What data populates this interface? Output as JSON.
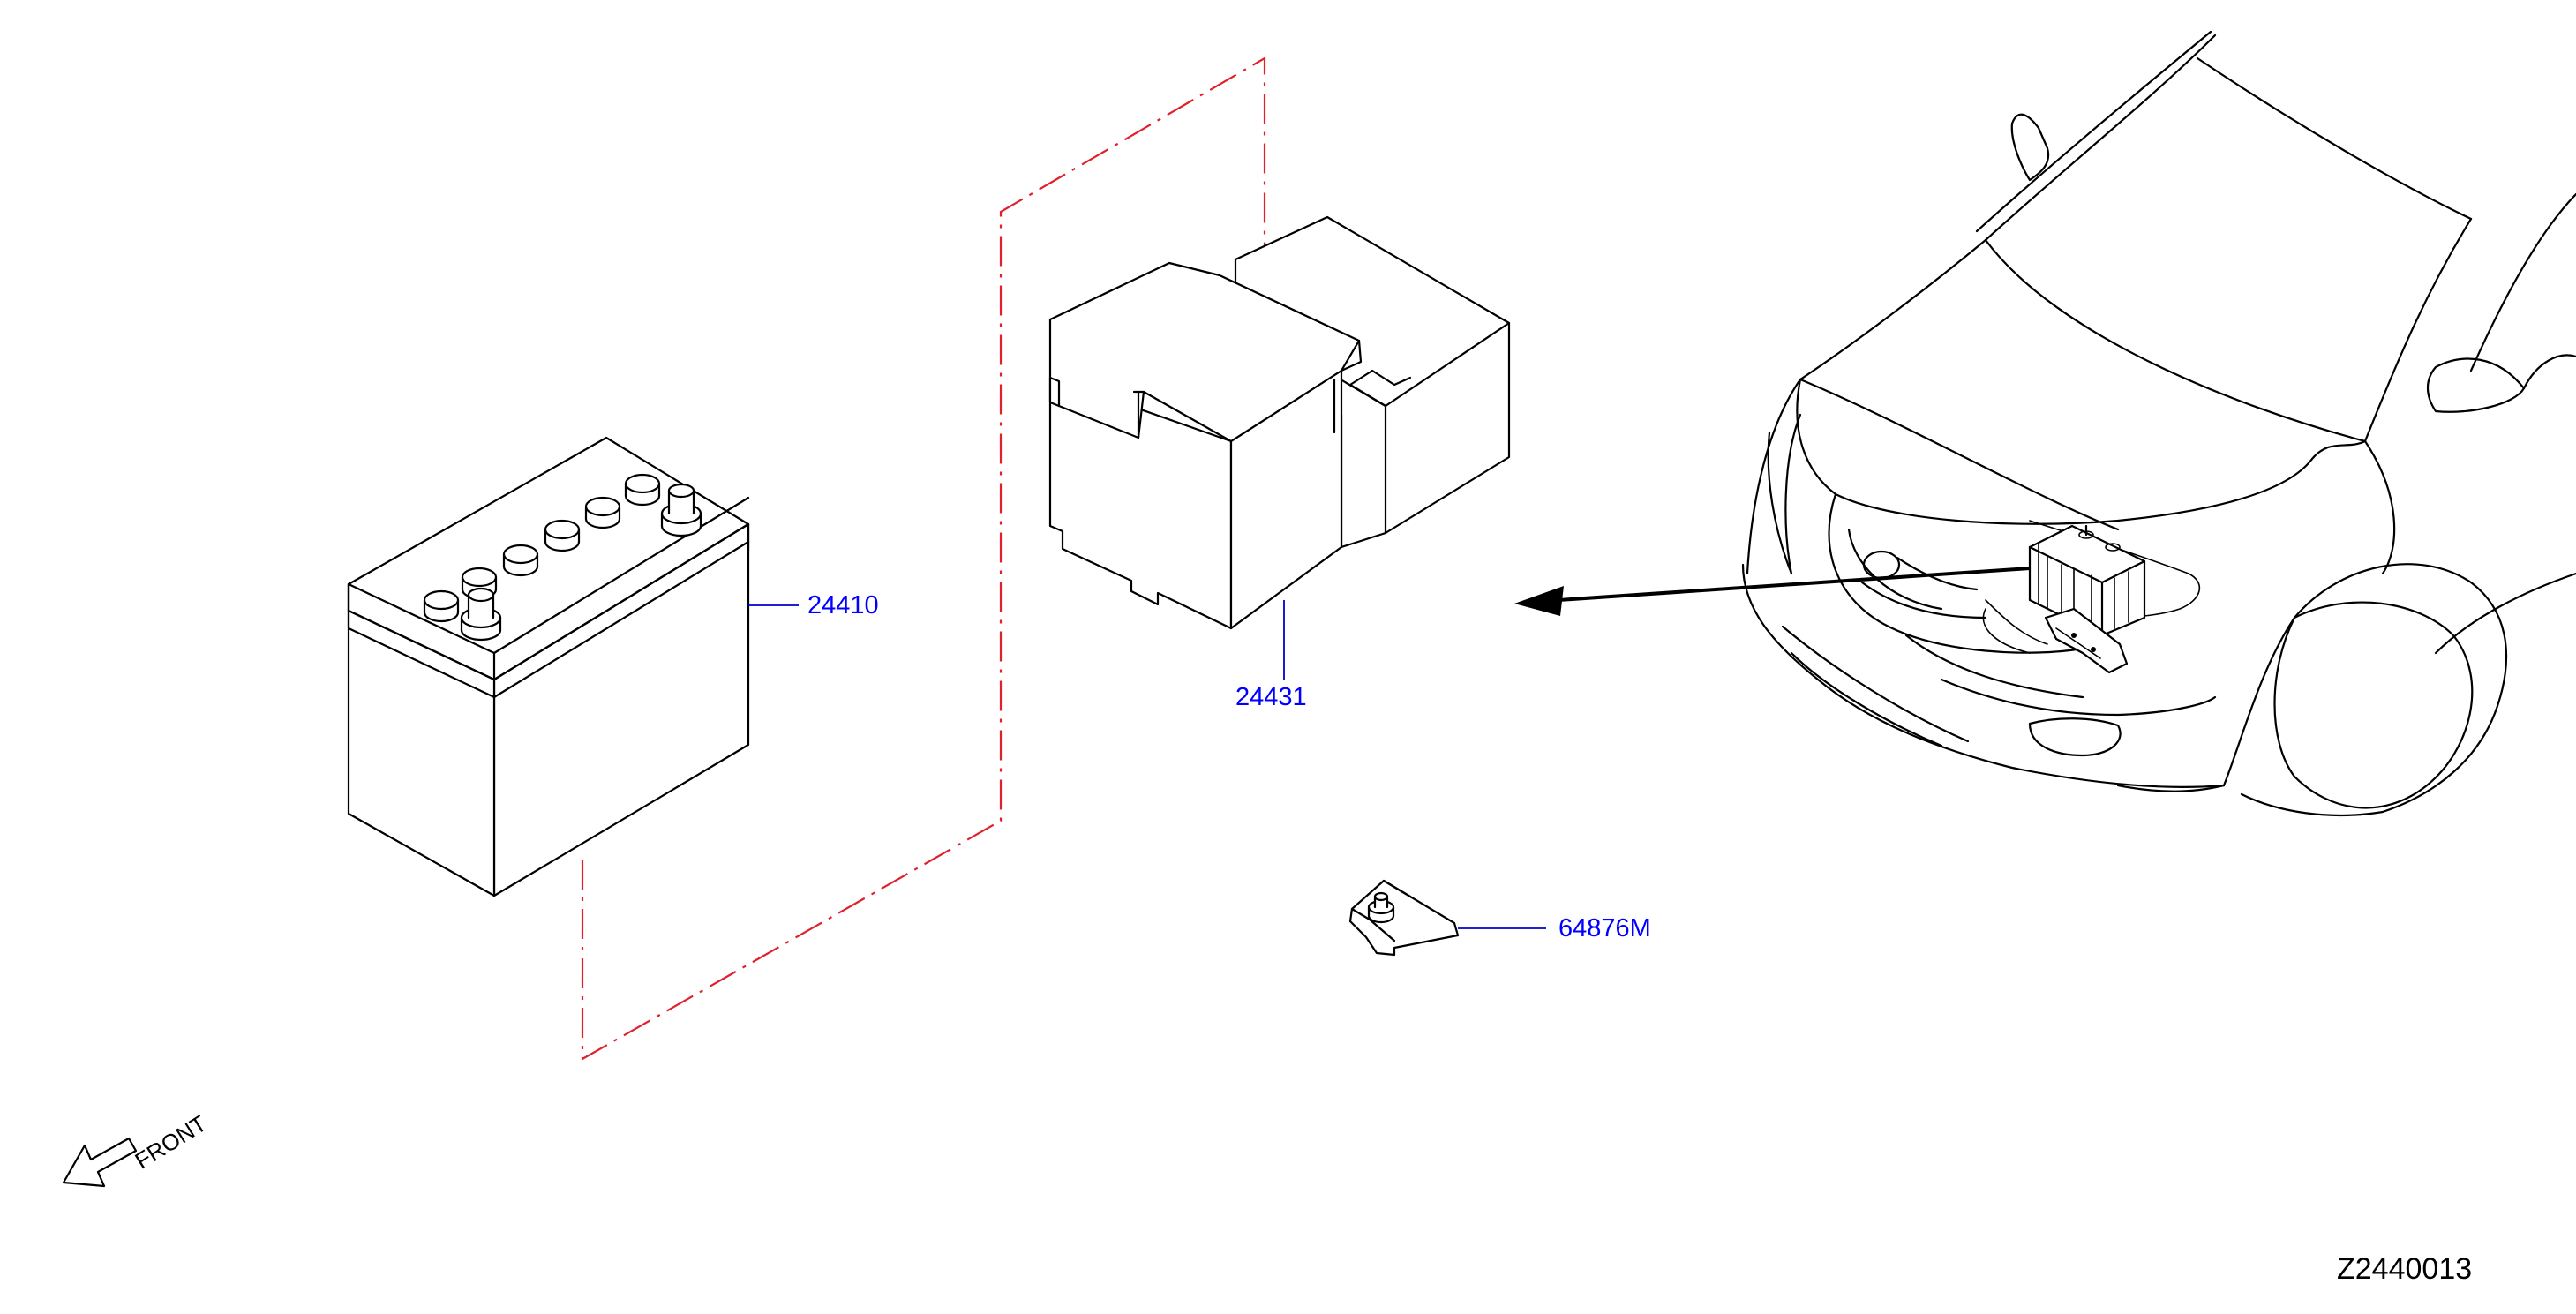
{
  "diagram": {
    "code": "Z2440013",
    "front_label": "FRONT",
    "parts": [
      {
        "id": "battery",
        "number": "24410"
      },
      {
        "id": "battery-cover",
        "number": "24431"
      },
      {
        "id": "bracket",
        "number": "64876M"
      }
    ]
  },
  "colors": {
    "line": "#000000",
    "label": "#0000ff",
    "leader": "#0000cc",
    "phantom": "#e0202a",
    "background": "#ffffff"
  },
  "icons": {
    "front_arrow": "front-arrow-icon",
    "leader_arrow": "location-arrow-icon"
  }
}
